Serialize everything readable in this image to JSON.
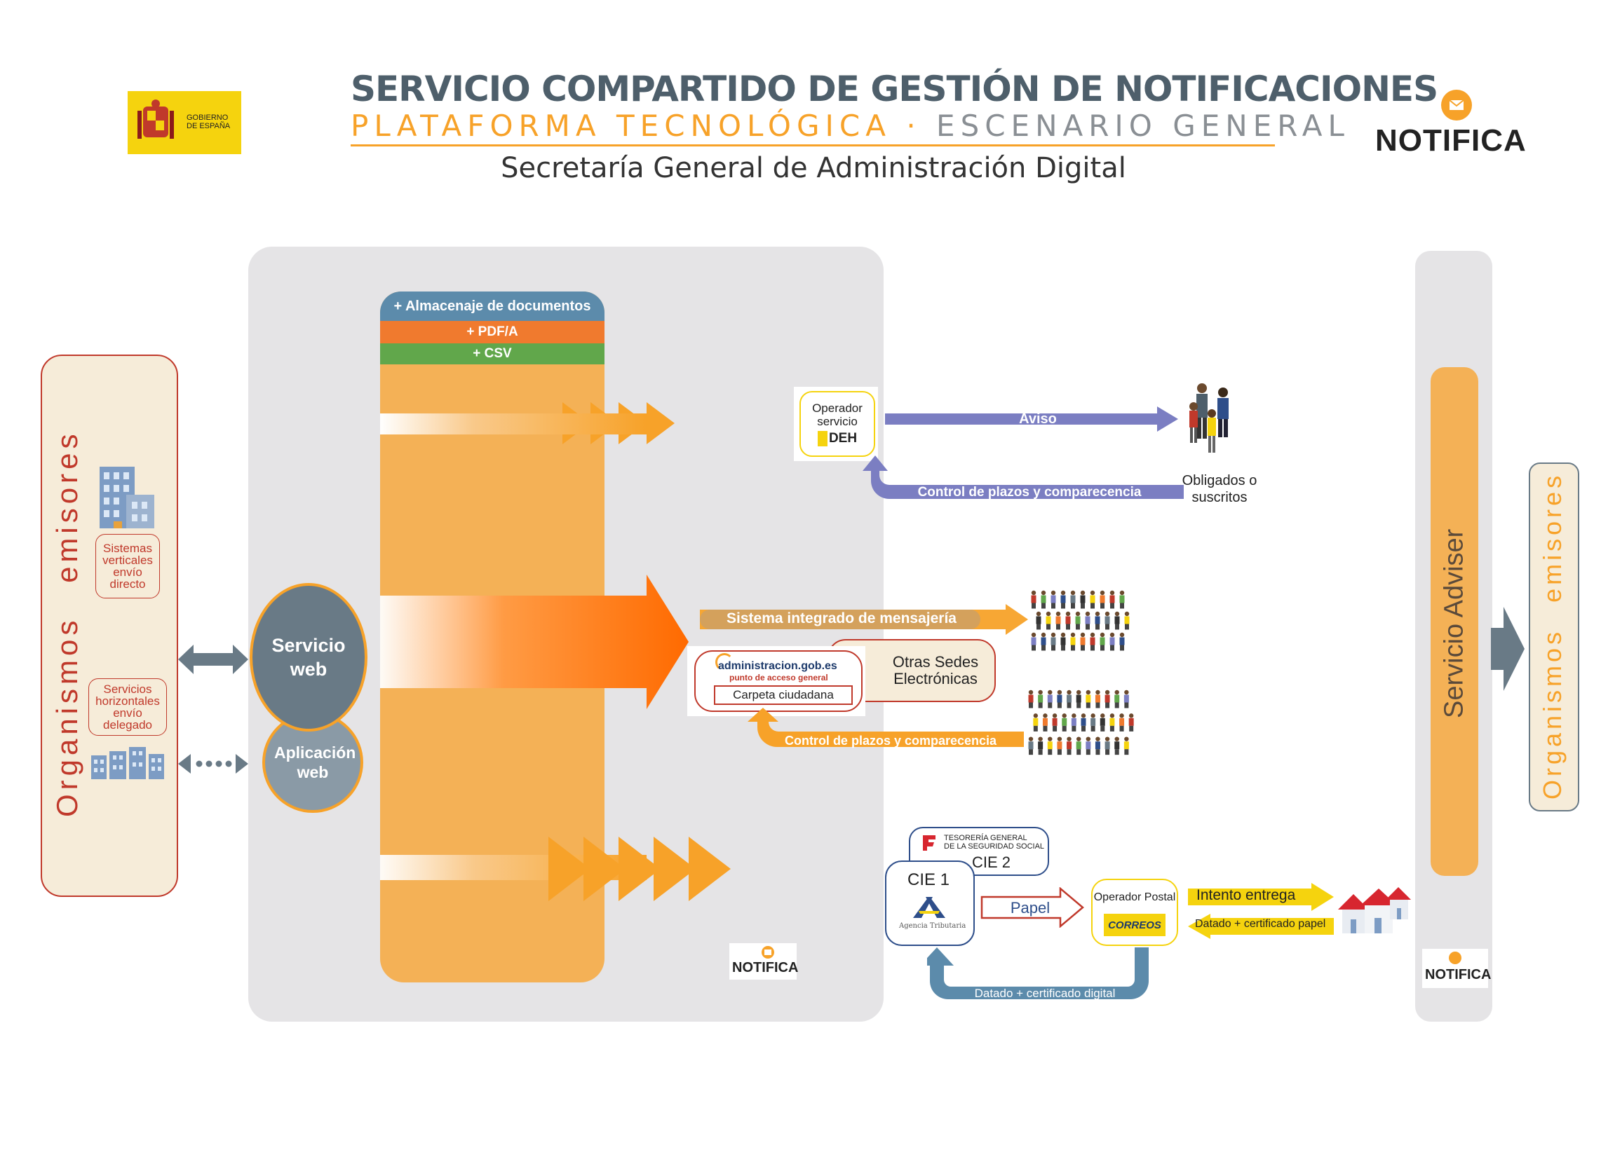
{
  "header": {
    "title": "SERVICIO COMPARTIDO DE GESTIÓN DE NOTIFICACIONES",
    "subtitle_left": "PLATAFORMA TECNOLÓGICA",
    "subtitle_sep": "·",
    "subtitle_right": "ESCENARIO GENERAL",
    "org": "Secretaría General de Administración Digital",
    "gov_logo_line1": "GOBIERNO",
    "gov_logo_line2": "DE ESPAÑA",
    "notifica_logo": "NOTIFICA"
  },
  "left_panel": {
    "label": "Organismos emisores",
    "vertical_box": "Sistemas verticales envío directo",
    "horizontal_box": "Servicios horizontales envío delegado"
  },
  "platform": {
    "web_service": "Servicio web",
    "web_app": "Aplicación web",
    "storage": "+ Almacenaje de documentos",
    "pdfa": "+ PDF/A",
    "csv": "+ CSV",
    "notifica_logo": "NOTIFICA"
  },
  "deh": {
    "operator": "Operador servicio",
    "deh": "DEH",
    "aviso": "Aviso",
    "control": "Control de plazos y comparecencia",
    "obligados": "Obligados o suscritos"
  },
  "sedes": {
    "mensajeria": "Sistema integrado de mensajería",
    "admin_logo": "administracion.gob.es",
    "admin_sub": "punto de acceso general",
    "carpeta": "Carpeta ciudadana",
    "otras": "Otras Sedes Electrónicas",
    "control": "Control de plazos y comparecencia"
  },
  "postal": {
    "tgss_line1": "TESORERÍA GENERAL",
    "tgss_line2": "DE LA SEGURIDAD SOCIAL",
    "cie2": "CIE 2",
    "cie1": "CIE 1",
    "aeat": "Agencia Tributaria",
    "papel": "Papel",
    "operator": "Operador Postal",
    "correos": "CORREOS",
    "intento": "Intento entrega",
    "datado_papel": "Datado + certificado papel",
    "datado_digital": "Datado + certificado digital"
  },
  "right_panel": {
    "adviser": "Servicio Adviser",
    "notifica_logo": "NOTIFICA",
    "organismos": "Organismos emisores"
  },
  "colors": {
    "orange": "#f7a229",
    "light_orange": "#f4b156",
    "deep_orange": "#ff6a00",
    "slate": "#697a86",
    "purple": "#7b7ec2",
    "steel_blue": "#5c8bab",
    "cream": "#f6ecd9",
    "gray_panel": "#e5e4e6",
    "red_text": "#c0392b",
    "yellow": "#f5d30e"
  }
}
